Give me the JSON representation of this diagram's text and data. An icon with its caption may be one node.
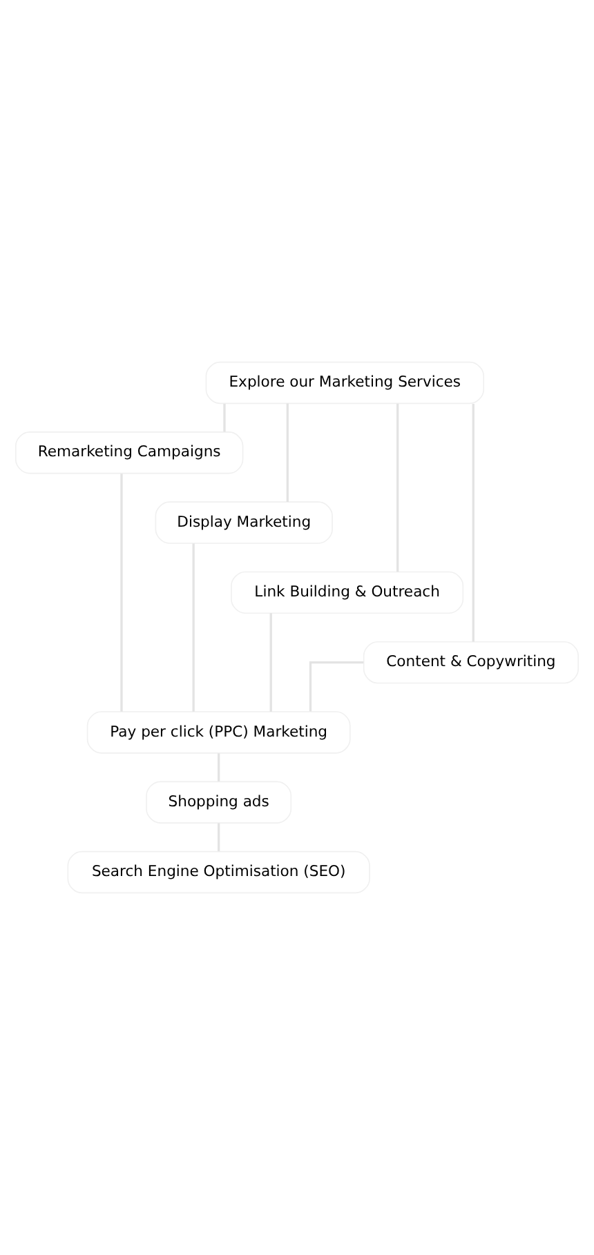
{
  "diagram": {
    "nodes": [
      {
        "text": [
          "Explore our Marketing Services"
        ]
      },
      {
        "text": [
          "Remarketing Campaigns"
        ]
      },
      {
        "text": [
          "Display Marketing"
        ]
      },
      {
        "text": [
          "Link Building & Outreach"
        ]
      },
      {
        "text": [
          "Content & Copywriting"
        ]
      },
      {
        "text": [
          "Pay per click (PPC) Marketing"
        ]
      },
      {
        "text": [
          "Shopping ads"
        ]
      },
      {
        "text": [
          "Search Engine Optimisation (SEO)"
        ]
      }
    ],
    "edges": [
      {
        "from": 0,
        "to": 1,
        "arrow": "none"
      },
      {
        "from": 0,
        "to": 2,
        "arrow": "none"
      },
      {
        "from": 0,
        "to": 3,
        "arrow": "none"
      },
      {
        "from": 0,
        "to": 4,
        "arrow": "none"
      },
      {
        "from": 1,
        "to": 5,
        "arrow": "none"
      },
      {
        "from": 2,
        "to": 5,
        "arrow": "none"
      },
      {
        "from": 3,
        "to": 5,
        "arrow": "none"
      },
      {
        "from": 4,
        "to": 5,
        "arrow": "none"
      },
      {
        "from": 5,
        "to": 6,
        "arrow": "none"
      },
      {
        "from": 6,
        "to": 7,
        "arrow": "none"
      }
    ]
  }
}
